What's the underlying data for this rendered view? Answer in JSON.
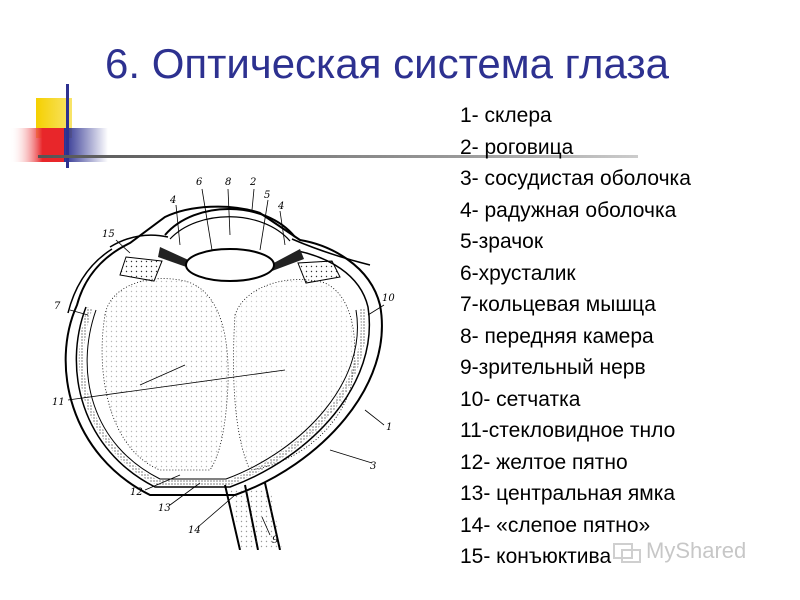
{
  "slide": {
    "title": "6. Оптическая система глаза"
  },
  "legend": [
    "1- склера",
    "2- роговица",
    "3- сосудистая оболочка",
    "4- радужная оболочка",
    "5-зрачок",
    "6-хрусталик",
    "7-кольцевая мышца",
    "8- передняя камера",
    "9-зрительный нерв",
    "10- сетчатка",
    "11-стекловидное тнло",
    "12- желтое пятно",
    "13- центральная ямка",
    "14- «слепое пятно»",
    "15- конъюктива"
  ],
  "diagram_labels": [
    "1",
    "2",
    "3",
    "4",
    "4",
    "5",
    "6",
    "7",
    "8",
    "9",
    "10",
    "11",
    "12",
    "13",
    "14",
    "15"
  ],
  "watermark": "MyShared",
  "colors": {
    "title": "#2d3190",
    "deco_yellow": "#f5d000",
    "deco_red": "#e8262a",
    "deco_blue": "#2d3190",
    "deco_line": "#555555"
  }
}
